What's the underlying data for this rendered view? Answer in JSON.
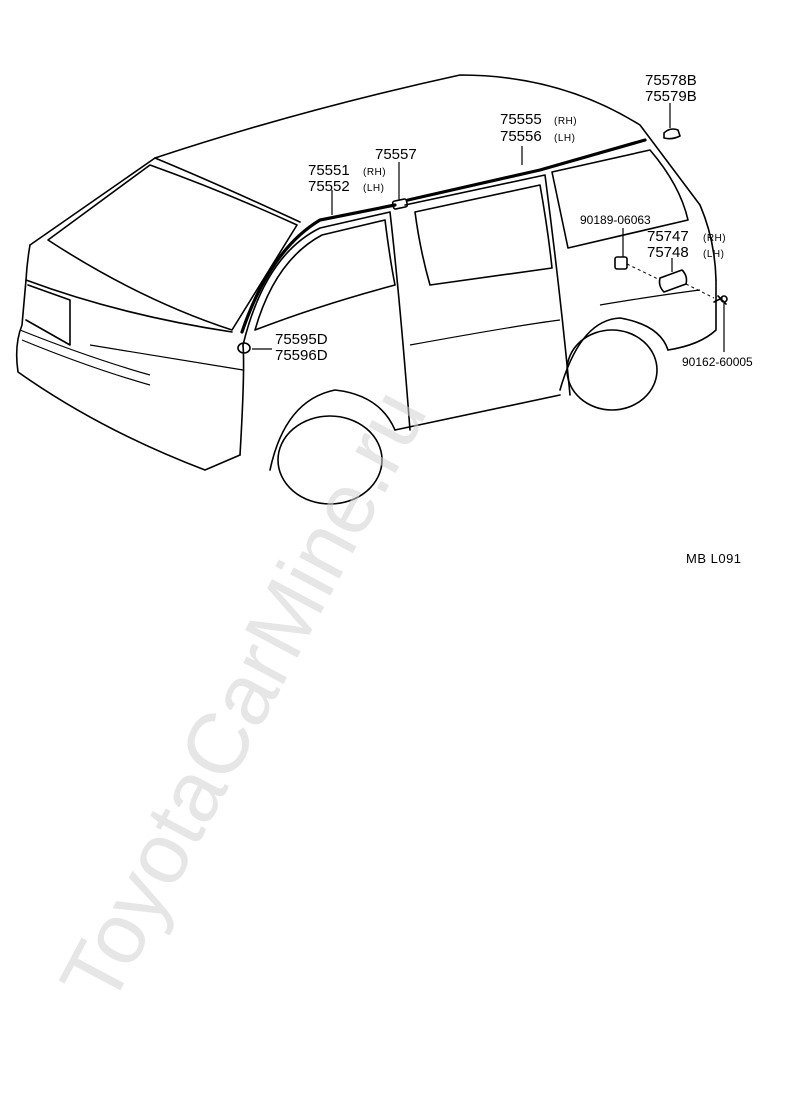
{
  "watermark": "ToyotaCarMine.ru",
  "reference_code": "MB  L091",
  "parts": {
    "p75578B": "75578B",
    "p75579B": "75579B",
    "p75555": "75555",
    "p75555_side": "(RH)",
    "p75556": "75556",
    "p75556_side": "(LH)",
    "p75557": "75557",
    "p75551": "75551",
    "p75551_side": "(RH)",
    "p75552": "75552",
    "p75552_side": "(LH)",
    "p90189": "90189-06063",
    "p75747": "75747",
    "p75747_side": "(RH)",
    "p75748": "75748",
    "p75748_side": "(LH)",
    "p75595D": "75595D",
    "p75596D": "75596D",
    "p90162": "90162-60005"
  }
}
